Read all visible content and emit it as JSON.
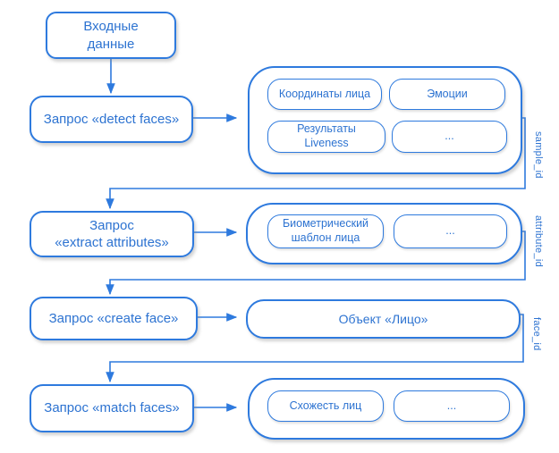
{
  "colors": {
    "accent": "#2e7ade",
    "text": "#2d73d1"
  },
  "nodes": {
    "input": "Входные\nданные",
    "detect": "Запрос «detect faces»",
    "extract": "Запрос\n«extract attributes»",
    "create": "Запрос «create face»",
    "match": "Запрос «match faces»"
  },
  "results": {
    "detect": [
      "Координаты лица",
      "Эмоции",
      "Результаты\nLiveness",
      "..."
    ],
    "extract": [
      "Биометрический\nшаблон лица",
      "..."
    ],
    "create": "Объект «Лицо»",
    "match": [
      "Схожесть лиц",
      "..."
    ]
  },
  "edge_labels": {
    "sample": "sample_id",
    "attribute": "attribute_id",
    "face": "face_id"
  }
}
